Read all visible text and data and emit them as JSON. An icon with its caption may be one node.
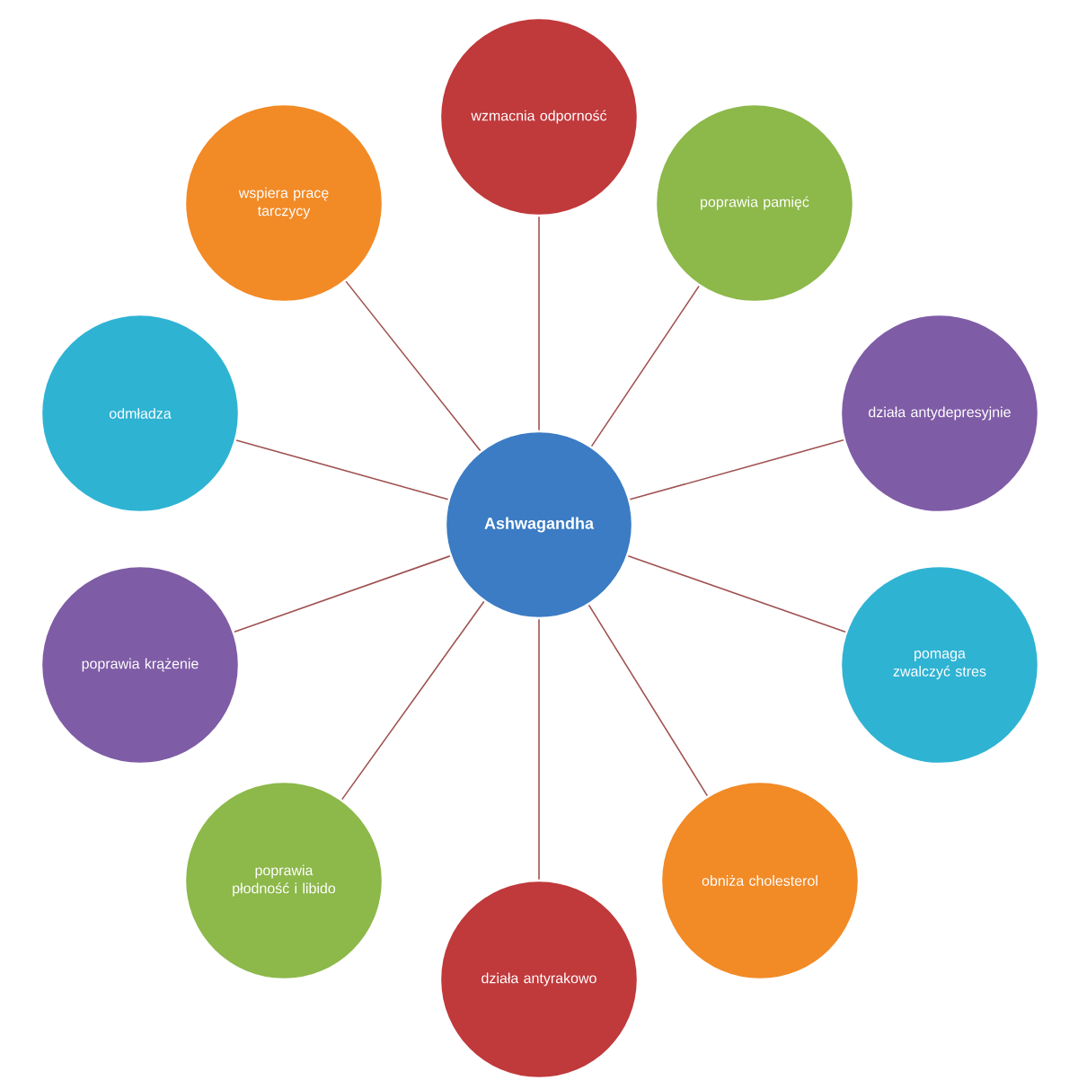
{
  "diagram": {
    "nodes": [
      {
        "text": [
          "Ashwagandha"
        ]
      },
      {
        "text": [
          "wzmacnia odporność"
        ]
      },
      {
        "text": [
          "poprawia pamięć"
        ]
      },
      {
        "text": [
          "działa antydepresyjnie"
        ]
      },
      {
        "text": [
          "pomaga zwalczyć stres"
        ]
      },
      {
        "text": [
          "obniża cholesterol"
        ]
      },
      {
        "text": [
          "działa antyrakowo"
        ]
      },
      {
        "text": [
          "poprawia płodność i libido"
        ]
      },
      {
        "text": [
          "poprawia krążenie"
        ]
      },
      {
        "text": [
          "odmładza"
        ]
      },
      {
        "text": [
          "wspiera pracę tarczycy"
        ]
      }
    ],
    "edges": [
      {
        "from": 0,
        "to": 1,
        "arrow": "none"
      },
      {
        "from": 0,
        "to": 2,
        "arrow": "none"
      },
      {
        "from": 0,
        "to": 3,
        "arrow": "none"
      },
      {
        "from": 0,
        "to": 4,
        "arrow": "none"
      },
      {
        "from": 0,
        "to": 5,
        "arrow": "none"
      },
      {
        "from": 0,
        "to": 6,
        "arrow": "none"
      },
      {
        "from": 0,
        "to": 7,
        "arrow": "none"
      },
      {
        "from": 0,
        "to": 8,
        "arrow": "none"
      },
      {
        "from": 0,
        "to": 9,
        "arrow": "none"
      },
      {
        "from": 0,
        "to": 10,
        "arrow": "none"
      }
    ]
  }
}
